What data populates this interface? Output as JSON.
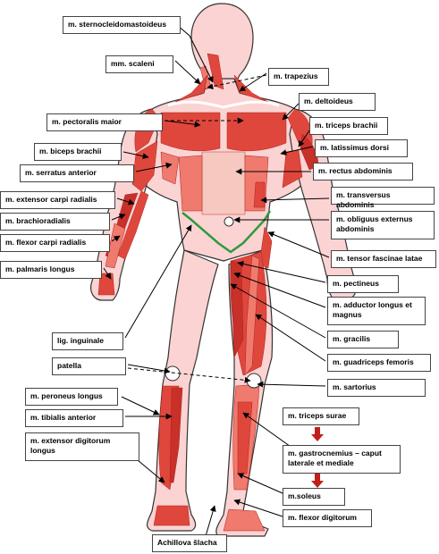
{
  "colors": {
    "skin": "#fbd3d3",
    "skin_outline": "#333333",
    "muscle": "#e0473c",
    "muscle_dark": "#c8302a",
    "muscle_light": "#f07a6e",
    "tendon": "#f6c8c0",
    "ligament": "#2e9a3e",
    "arrow": "#000000",
    "note_arrow": "#c0201b"
  },
  "labels": {
    "sternocleidomastoideus": "m. sternocleidomastoideus",
    "scaleni": "mm. scaleni",
    "trapezius": "m. trapezius",
    "deltoideus": "m. deltoideus",
    "pectoralis_maior": "m. pectoralis maior",
    "triceps_brachii": "m. triceps brachii",
    "biceps_brachii": "m. biceps brachii",
    "latissimus_dorsi": "m. latissimus dorsi",
    "serratus_anterior": "m. serratus anterior",
    "rectus_abdominis": "m. rectus abdominis",
    "extensor_carpi_radialis": "m. extensor carpi radialis",
    "transversus_abdominis": "m. transversus abdominis",
    "brachioradialis": "m. brachioradialis",
    "obliguus_externus": "m. obliguus externus abdominis",
    "flexor_carpi_radialis": "m. flexor carpi radialis",
    "tensor_fascinae_latae": "m. tensor fascinae latae",
    "palmaris_longus": "m. palmaris longus",
    "pectineus": "m. pectineus",
    "adductor": "m. adductor longus et magnus",
    "lig_inguinale": "lig. inguinale",
    "gracilis": "m. gracilis",
    "guadriceps_femoris": "m. guadriceps femoris",
    "patella": "patella",
    "sartorius": "m. sartorius",
    "peroneus_longus": "m. peroneus longus",
    "tibialis_anterior": "m. tibialis anterior",
    "triceps_surae": "m. triceps surae",
    "extensor_digitorum_longus": "m. extensor digitorum longus",
    "gastrocnemius": "m. gastrocnemius – caput laterale et mediale",
    "soleus": "m.soleus",
    "flexor_digitorum": "m. flexor digitorum",
    "achillova_slacha": "Achillova šlacha"
  }
}
